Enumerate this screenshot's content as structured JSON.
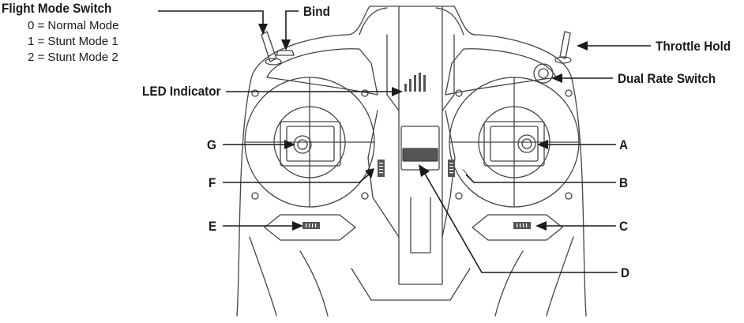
{
  "labels": {
    "flight_mode_switch": "Flight Mode Switch",
    "mode_0": "0 = Normal Mode",
    "mode_1": "1 = Stunt Mode 1",
    "mode_2": "2 = Stunt Mode 2",
    "bind": "Bind",
    "throttle_hold": "Throttle Hold",
    "dual_rate_switch": "Dual Rate Switch",
    "led_indicator": "LED Indicator",
    "a": "A",
    "b": "B",
    "c": "C",
    "d": "D",
    "e": "E",
    "f": "F",
    "g": "G"
  },
  "colors": {
    "line": "#1a1a1a",
    "body_stroke": "#3a3a3a",
    "background": "#ffffff"
  }
}
